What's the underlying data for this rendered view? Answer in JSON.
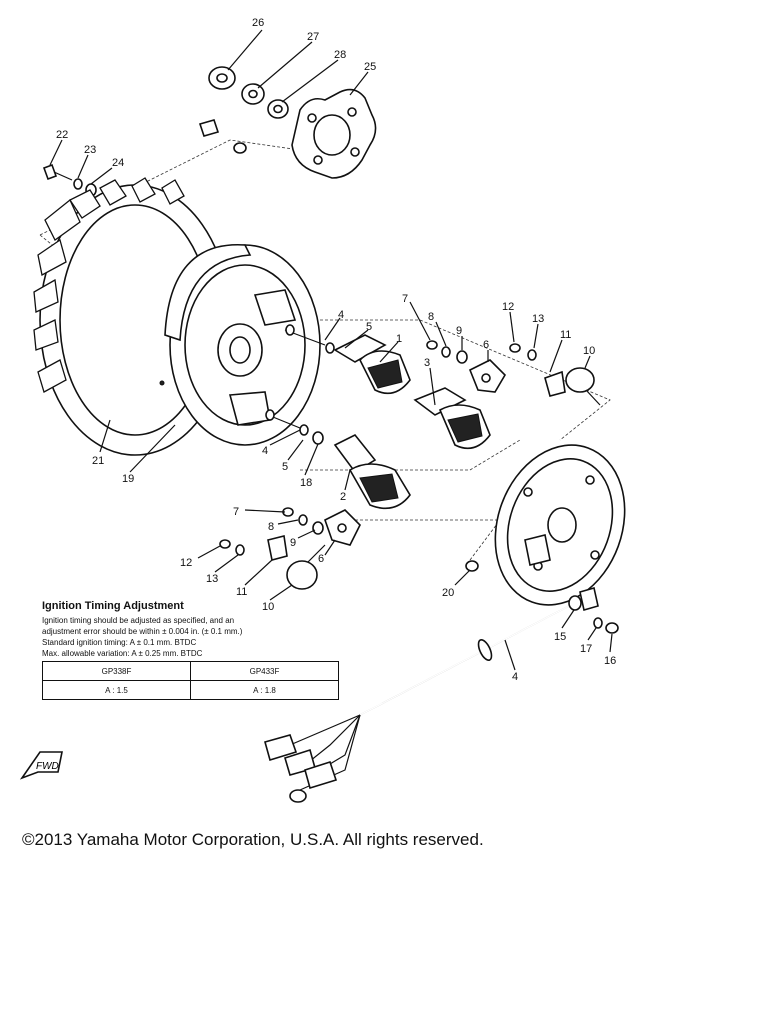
{
  "callouts": {
    "c26": "26",
    "c27": "27",
    "c28": "28",
    "c25": "25",
    "c22": "22",
    "c23": "23",
    "c24": "24",
    "c4a": "4",
    "c5a": "5",
    "c1": "1",
    "c7a": "7",
    "c8a": "8",
    "c9a": "9",
    "c6a": "6",
    "c12a": "12",
    "c13a": "13",
    "c11a": "11",
    "c10a": "10",
    "c3": "3",
    "c4b": "4",
    "c5b": "5",
    "c18": "18",
    "c2": "2",
    "c21": "21",
    "c19": "19",
    "c7b": "7",
    "c8b": "8",
    "c9b": "9",
    "c6b": "6",
    "c12b": "12",
    "c13b": "13",
    "c11b": "11",
    "c10b": "10",
    "c20": "20",
    "c15": "15",
    "c17": "17",
    "c16": "16",
    "c4c": "4"
  },
  "timing": {
    "title": "Ignition Timing Adjustment",
    "lines": [
      "Ignition timing should be adjusted as specified, and an",
      "adjustment error should be within ± 0.004 in. (± 0.1 mm.)",
      "Standard ignition timing:  A ± 0.1 mm. BTDC",
      "Max. allowable variation:  A ± 0.25 mm. BTDC"
    ],
    "table": {
      "headers": [
        "GP338F",
        "GP433F"
      ],
      "values": [
        "A : 1.5",
        "A : 1.8"
      ]
    }
  },
  "fwd_label": "FWD",
  "copyright": "©2013 Yamaha Motor Corporation, U.S.A. All rights reserved."
}
